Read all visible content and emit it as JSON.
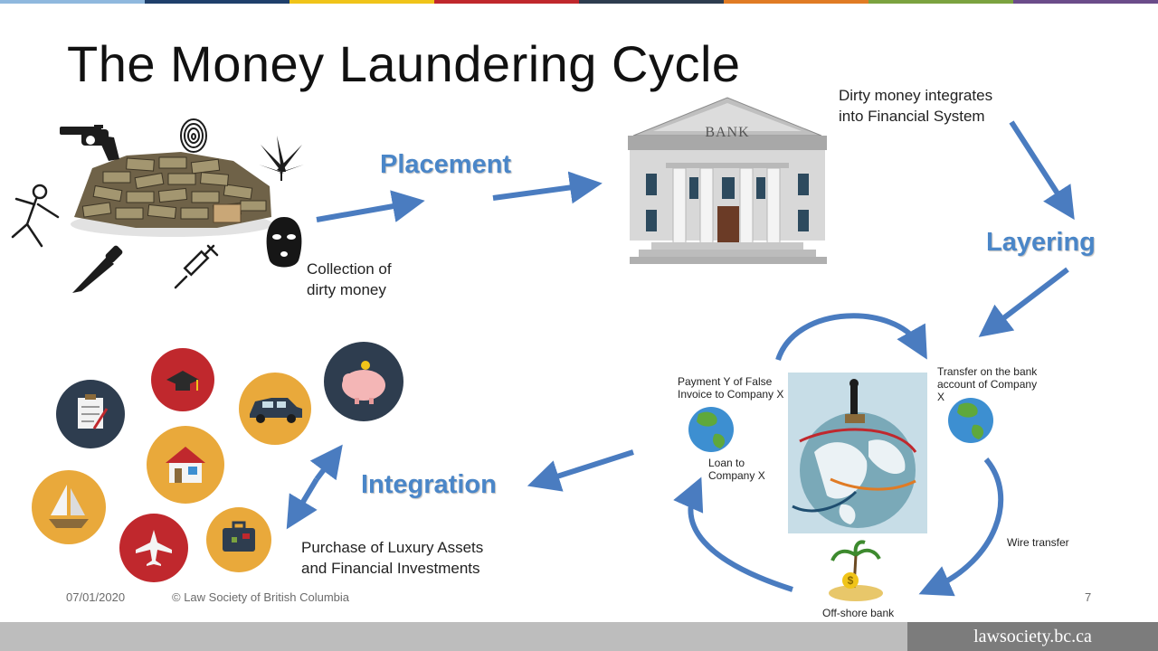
{
  "title": "The Money Laundering Cycle",
  "stages": {
    "placement": "Placement",
    "layering": "Layering",
    "integration": "Integration"
  },
  "labels": {
    "collection": [
      "Collection of",
      "dirty money"
    ],
    "integrates": [
      "Dirty money integrates",
      "into Financial System"
    ],
    "purchase": [
      "Purchase of Luxury Assets",
      "and Financial Investments"
    ],
    "payment": [
      "Payment Y of False",
      "Invoice to Company X"
    ],
    "transfer": [
      "Transfer on the bank",
      "account of Company",
      "X"
    ],
    "loan": [
      "Loan to",
      "Company X"
    ],
    "wire": "Wire transfer",
    "offshore": "Off-shore bank",
    "bank_sign": "BANK"
  },
  "footer": {
    "date": "07/01/2020",
    "copyright": "© Law Society of British Columbia",
    "page": "7",
    "website": "lawsociety.bc.ca"
  },
  "colors": {
    "arrow": "#4a7cc0",
    "stage_text": "#4a86c8",
    "topbar": [
      "#8fb8de",
      "#1f3f6b",
      "#f0c419",
      "#c0282d",
      "#2e3d4f",
      "#e07b24",
      "#7ba23f",
      "#6b4c8a"
    ]
  },
  "icons": {
    "crime": [
      "revolver-icon",
      "fingerprint-icon",
      "cannabis-leaf-icon",
      "body-outline-icon",
      "knife-icon",
      "syringe-icon",
      "balaclava-icon",
      "cash-pile-icon"
    ],
    "assets": [
      "clipboard-icon",
      "graduation-cap-icon",
      "car-icon",
      "piggy-bank-icon",
      "house-icon",
      "sailboat-icon",
      "airplane-icon",
      "suitcase-icon"
    ]
  }
}
